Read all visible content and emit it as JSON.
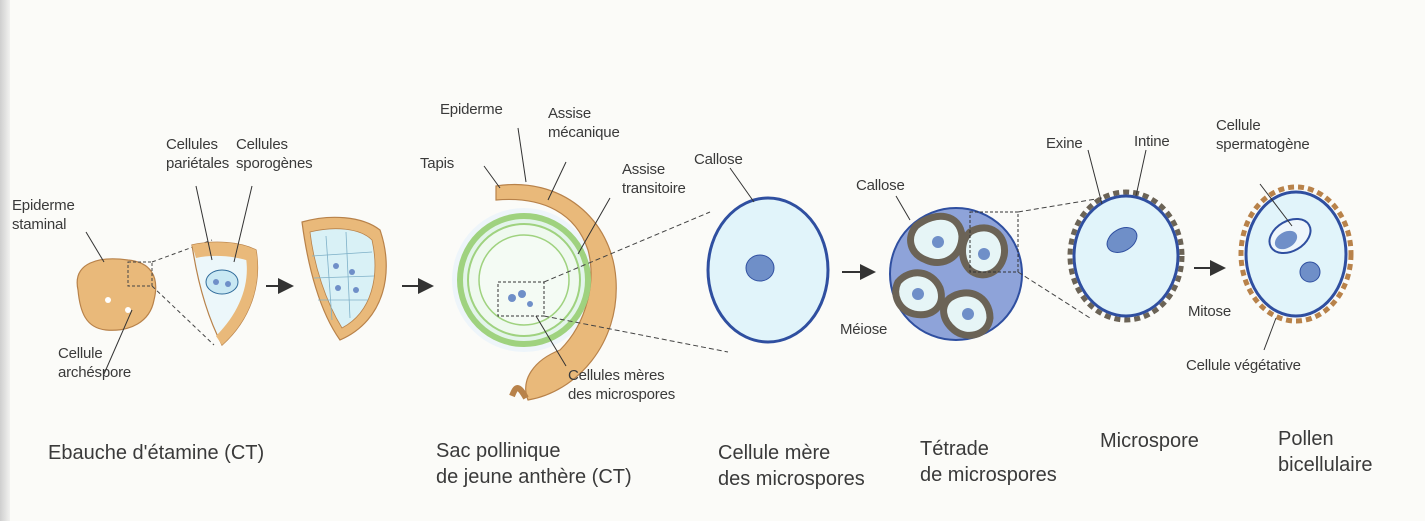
{
  "colors": {
    "orange": "#e9b97a",
    "orange_dark": "#b8824a",
    "cyan_fill": "#dcf3f7",
    "blue_line": "#2f4fa0",
    "green_line": "#9fd27f",
    "nucleus": "#6f8fc8",
    "callose_fill": "#8ea3d9",
    "wall_brown": "#6b6356"
  },
  "labels": {
    "epiderme_staminal": [
      "Epiderme",
      "staminal"
    ],
    "cellules_parietales": [
      "Cellules",
      "pariétales"
    ],
    "cellules_sporogenes": [
      "Cellules",
      "sporogènes"
    ],
    "cellule_archespore": [
      "Cellule",
      "archéspore"
    ],
    "epiderme": "Epiderme",
    "assise_mecanique": [
      "Assise",
      "mécanique"
    ],
    "assise_transitoire": [
      "Assise",
      "transitoire"
    ],
    "tapis": "Tapis",
    "cellules_meres": [
      "Cellules mères",
      "des microspores"
    ],
    "callose_1": "Callose",
    "callose_2": "Callose",
    "meiose": "Méiose",
    "exine": "Exine",
    "intine": "Intine",
    "mitose": "Mitose",
    "cellule_spermatogene": [
      "Cellule",
      "spermatogène"
    ],
    "cellule_vegetative": "Cellule végétative"
  },
  "captions": {
    "ebauche": "Ebauche d'étamine (CT)",
    "sac": [
      "Sac pollinique",
      "de jeune anthère (CT)"
    ],
    "cellule_mere": [
      "Cellule mère",
      "des microspores"
    ],
    "tetrade": [
      "Tétrade",
      "de microspores"
    ],
    "microspore": "Microspore",
    "pollen": [
      "Pollen",
      "bicellulaire"
    ]
  }
}
